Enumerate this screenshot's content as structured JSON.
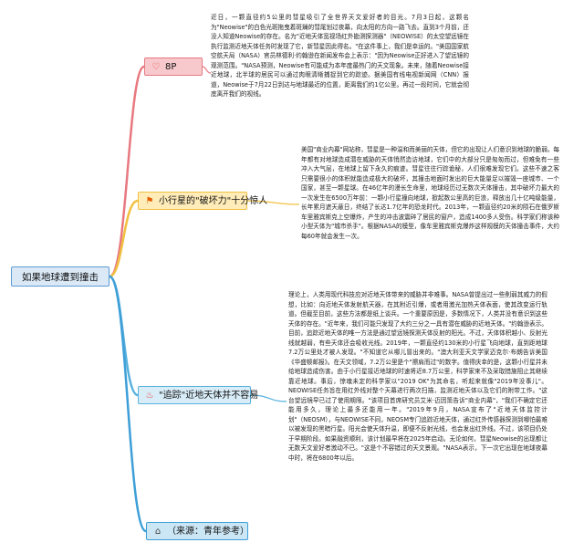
{
  "root": {
    "label": "如果地球遭到撞击"
  },
  "topics": [
    {
      "icon": "heart-icon",
      "label": "8P"
    },
    {
      "icon": "flag-icon",
      "label": "小行星的\"破坏力\"十分惊人"
    },
    {
      "icon": "fire-icon",
      "label": "\"追踪\"近地天体并不容易"
    },
    {
      "icon": "home-icon",
      "label": "（来源：青年参考）"
    }
  ],
  "paragraphs": [
    "近日，一颗直径约5公里的彗星吸引了全世界天文爱好者的目光。7月3日起，这颗名为\"Neowise\"的白色光斑拖曳着斑斓的彗尾划过夜幕，向太阳的方向一路飞去。直到3个月前，还没人知道Neowise的存在。名为\"近地天体宽视场红外勘测探测器\"（NEOWISE）的太空望远镜在执行监测近地天体任务时发现了它，新彗星因此得名。\"在这件事上，我们是幸运的。\"美国国家航空航天局（NASA）官员林德利·约翰逊在新闻发布会上表示：\"因为Neowise正好进入了望远镜的观测范围。\"NASA预测，Neowise有可能成为本年度最热门的天文现象。未来，随着Neowise接近地球，北半球的居民可以通过肉眼清晰捕捉到它的踪迹。据美国有线电视新闻网（CNN）报道，Neowise于7月22日到达与地球最近的位置，距离我们约1亿公里。再过一段时间，它就会彻底离开我们的视线。",
    "美国\"商业内幕\"网站称，彗星是一种温和而美丽的天体，但它的出现让人们意识到地球的脆弱。每年都有对地球造成潜在威胁的天体悄然造访地球，它们中的大部分只是匆匆而过，但难免有一些冲入大气层，在地球上留下永久的痕迹。彗星往往行踪诡秘，人们很难发现它们。这些不速之客只需要很小的体积就能造成极大的破坏，其撞击地面时发出的巨大能量足以摧毁一座城市、一个国家，甚至一颗星球。在46亿年的漫长生命里，地球经历过无数次天体撞击，其中破坏力最大的一次发生在6500万年前：一颗小行星撞向地球，掀起数公里高的巨浪，释放出几十亿吨级能量，长年累月遮天蔽日，终结了长达1.7亿年的恐龙时代。2013年，一颗直径约20米的陨石在俄罗斯车里雅宾斯克上空爆炸，产生的冲击波震碎了居民的窗户，造成1400多人受伤。科学家们称该种小型天体为\"城市杀手\"。根据NASA的模型，像车里雅宾斯克爆炸这样规模的天体撞击事件，大约每60年就会发生一次。",
    "理论上，人类用现代科技应对近地天体带来的威胁并非难事。NASA曾提出过一些削弱其威力的假想，比如：向近地天体发射航天器，在其附近引爆，或者用激光加热天体表面，使其改变运行轨道。但截至目前，这些方法都是纸上谈兵。一个重要原因是，多数情况下，人类并没有意识到这些天体的存在。\"近年来，我们可能只发现了大约三分之一具有潜在威胁的近地天体。\"约翰逊表示。目前，追踪近地天体的唯一方法是通过望远镜探测天体反射的阳光。不过，天体体积越小、反射光线就越弱，有些天体还会吸收光线。2019年，一颗直径约130米的小行星飞向地球，直到距地球7.2万公里处才被人发现。\"不知道它从哪儿冒出来的。\"澳大利亚天文学家迈克尔·布朗告诉美国《华盛顿邮报》。在天文领域，7.2万公里是个\"擦肩而过\"的数字。值得庆幸的是，这颗小行星并未给地球造成伤害。由于小行星接近地球的时速将近8.7万公里，科学家来不及采取措施阻止其继续靠近地球。事后，惊魂未定的科学家以\"2019 OK\"为其命名，听起来就像\"2019年没事儿\"。NEOWISE任务旨在用红外线对整个天幕进行两次扫描，监测近地天体以及它们的附带工作。\"这台望远镜早已过了使用期限。\"该项目首席研究员艾米·迈因策告诉\"商业内幕\"，\"我们不确定它还能用多久，理论上最多还能用一年。\"2019年9月，NASA宣布了\"近地天体监控计划\"（NEOSM），与NEOWISE不同，NEOSM专门追踪近地天体，通过红外传感器探测到哪怕最难以被发现的黑暗行星。阳光会使天体升温，即便不反射光线，也会发出红外线。不过，该项目仍处于早期阶段。如果融资顺利，该计划最早将在2025年启动。无论如何，彗星Neowise的出现都让无数天文爱好者激动不已。\"这是个不容错过的天文景观。\"NASA表示，下一次它出现在地球夜幕中时，将在6800年以后。"
  ],
  "colors": {
    "root_border": "#5b9bd5",
    "branch_1": "#e87880",
    "branch_2": "#f0c040",
    "branch_3": "#58b2dd",
    "branch_4": "#3e9fd8"
  }
}
